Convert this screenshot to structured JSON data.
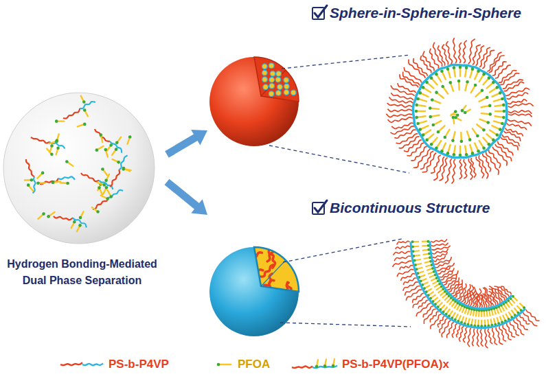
{
  "diagram": {
    "nodes": [
      {
        "text": [
          "Hydrogen Bonding-Mediated Dual Phase Separation"
        ]
      },
      {
        "text": [
          "Sphere-in-Sphere-in-Sphere"
        ]
      },
      {
        "text": [
          "Bicontinuous Structure"
        ]
      }
    ],
    "edges": [
      {
        "from": 0,
        "to": 1,
        "arrow": "to"
      },
      {
        "from": 0,
        "to": 2,
        "arrow": "to"
      }
    ],
    "legend": [
      {
        "text": "PS-b-P4VP"
      },
      {
        "text": "PFOA"
      },
      {
        "text": "PS-b-P4VP(PFOA)x"
      }
    ]
  }
}
